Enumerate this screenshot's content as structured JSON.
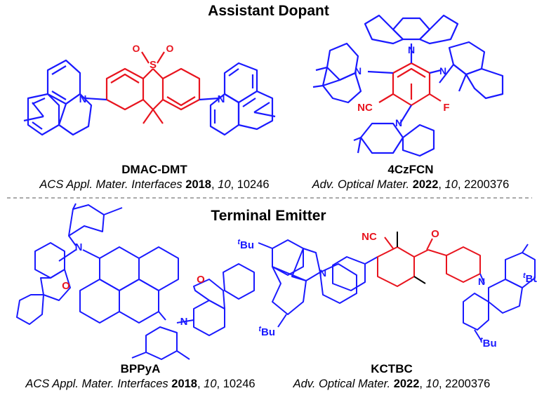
{
  "sections": {
    "assistant_dopant": "Assistant Dopant",
    "terminal_emitter": "Terminal Emitter"
  },
  "compounds": [
    {
      "id": "dmac_dmt",
      "name": "DMAC-DMT",
      "journal": "ACS Appl. Mater. Interfaces",
      "year": "2018",
      "volume": "10",
      "page": "10246"
    },
    {
      "id": "czfcn",
      "name": "4CzFCN",
      "journal": "Adv. Optical Mater.",
      "year": "2022",
      "volume": "10",
      "page": "2200376"
    },
    {
      "id": "bppya",
      "name": "BPPyA",
      "journal": "ACS Appl. Mater. Interfaces",
      "year": "2018",
      "volume": "10",
      "page": "10246"
    },
    {
      "id": "kctbc",
      "name": "KCTBC",
      "journal": "Adv. Optical Mater.",
      "year": "2022",
      "volume": "10",
      "page": "2200376"
    }
  ],
  "atom_labels": {
    "n": "N",
    "o": "O",
    "s": "S",
    "f": "F",
    "nc": "NC",
    "t": "t",
    "bu": "Bu"
  },
  "colors": {
    "donor": "#1a1aff",
    "acceptor": "#e8141e",
    "text": "#000000",
    "divider": "#555555"
  }
}
